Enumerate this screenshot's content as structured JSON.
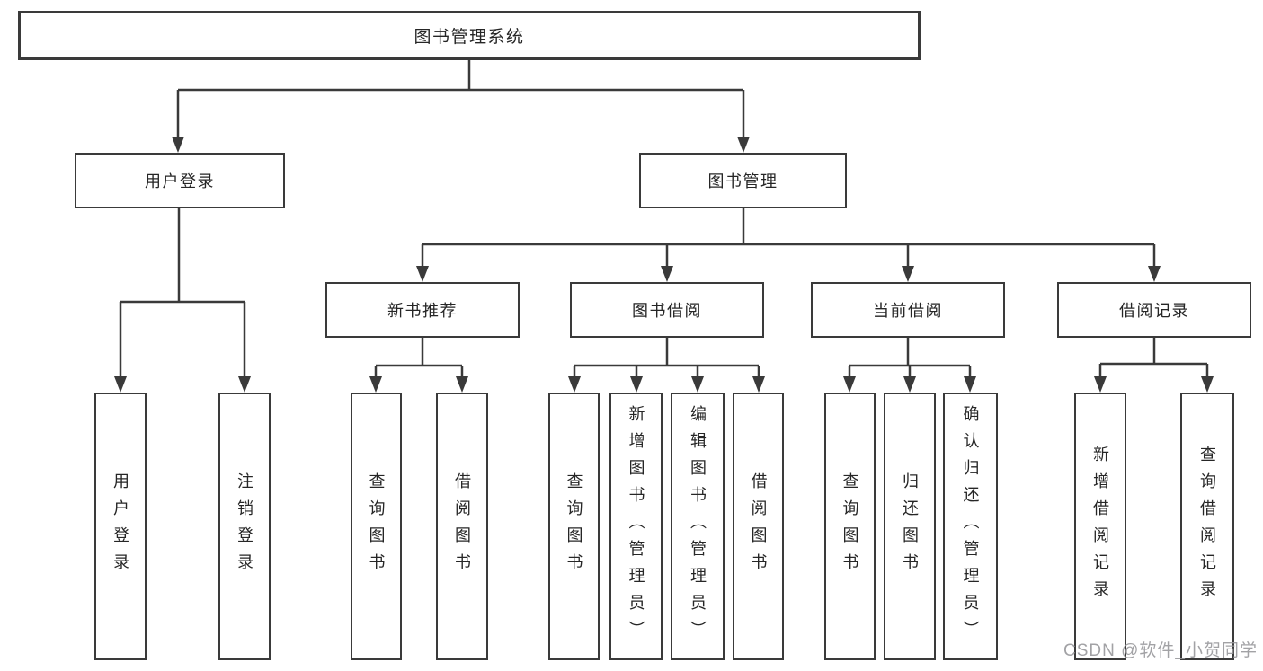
{
  "title": "图书管理系统",
  "level2": {
    "user_login": "用户登录",
    "book_mgmt": "图书管理"
  },
  "level3": {
    "new_book_rec": "新书推荐",
    "book_borrow": "图书借阅",
    "current_borrow": "当前借阅",
    "borrow_record": "借阅记录"
  },
  "leaves": {
    "user_login_login": "用户登录",
    "user_login_logout": "注销登录",
    "rec_query_book": "查询图书",
    "rec_borrow_book": "借阅图书",
    "bb_query_book": "查询图书",
    "bb_add_book": "新增图书（管理员）",
    "bb_edit_book": "编辑图书（管理员）",
    "bb_borrow_book": "借阅图书",
    "cb_query_book": "查询图书",
    "cb_return_book": "归还图书",
    "cb_confirm_return": "确认归还（管理员）",
    "br_add_record": "新增借阅记录",
    "br_query_record": "查询借阅记录"
  },
  "watermark": "CSDN @软件_小贺同学",
  "colors": {
    "line": "#3a3a3a",
    "text": "#262626",
    "watermark": "#98989b",
    "background": "#ffffff"
  }
}
